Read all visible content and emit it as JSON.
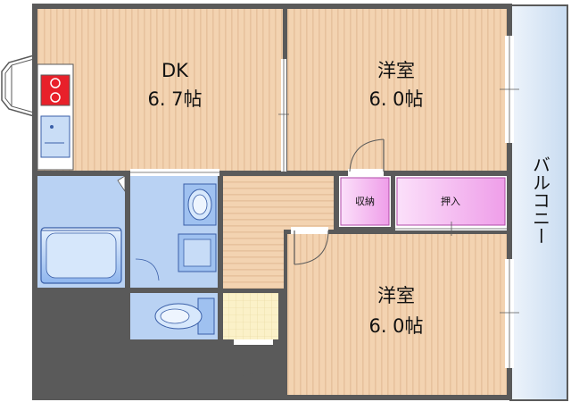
{
  "plan": {
    "rooms": [
      {
        "id": "dk",
        "name": "DK",
        "size": "6. 7帖"
      },
      {
        "id": "western-top",
        "name": "洋室",
        "size": "6. 0帖"
      },
      {
        "id": "western-bottom",
        "name": "洋室",
        "size": "6. 0帖"
      }
    ],
    "storage": {
      "shuno": "収納",
      "oshiire": "押入"
    },
    "balcony": "バルコニー"
  },
  "colors": {
    "floor": "#f3d3b1",
    "floor_stripe": "#e5c09b",
    "wall": "#5a5a5a",
    "wet_area": "#b9d2f3",
    "wet_area_dark": "#7fa7e6",
    "storage": "#f6c2f2",
    "storage_border": "#b04aa8",
    "balcony": "#dbe8f6",
    "entrance": "#fbf1c8",
    "stove_red": "#e8202a"
  }
}
